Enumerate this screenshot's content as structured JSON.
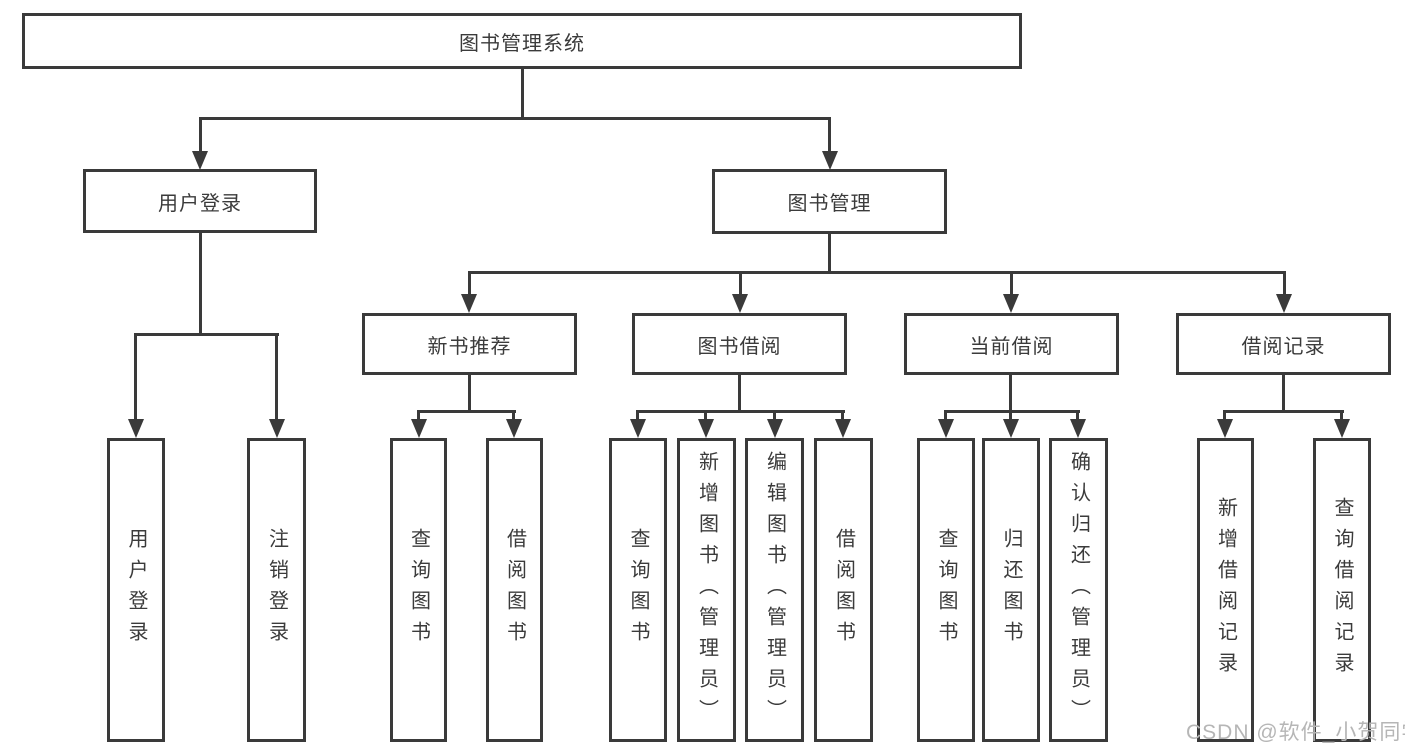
{
  "diagram": {
    "title_node": {
      "label": "图书管理系统"
    },
    "level2": [
      {
        "label": "用户登录"
      },
      {
        "label": "图书管理"
      }
    ],
    "level3": [
      {
        "label": "新书推荐"
      },
      {
        "label": "图书借阅"
      },
      {
        "label": "当前借阅"
      },
      {
        "label": "借阅记录"
      }
    ],
    "leaves": {
      "user_login_group": [
        {
          "label": "用户登录"
        },
        {
          "label": "注销登录"
        }
      ],
      "new_book_group": [
        {
          "label": "查询图书"
        },
        {
          "label": "借阅图书"
        }
      ],
      "borrow_group": [
        {
          "label": "查询图书"
        },
        {
          "label": "新增图书（管理员）"
        },
        {
          "label": "编辑图书（管理员）"
        },
        {
          "label": "借阅图书"
        }
      ],
      "current_group": [
        {
          "label": "查询图书"
        },
        {
          "label": "归还图书"
        },
        {
          "label": "确认归还（管理员）"
        }
      ],
      "record_group": [
        {
          "label": "新增借阅记录"
        },
        {
          "label": "查询借阅记录"
        }
      ]
    }
  },
  "watermark": "CSDN @软件_小贺同学",
  "colors": {
    "line": "#3a3a3a",
    "text": "#3b3b3b",
    "watermark": "#b6b6b6",
    "background": "#ffffff"
  }
}
